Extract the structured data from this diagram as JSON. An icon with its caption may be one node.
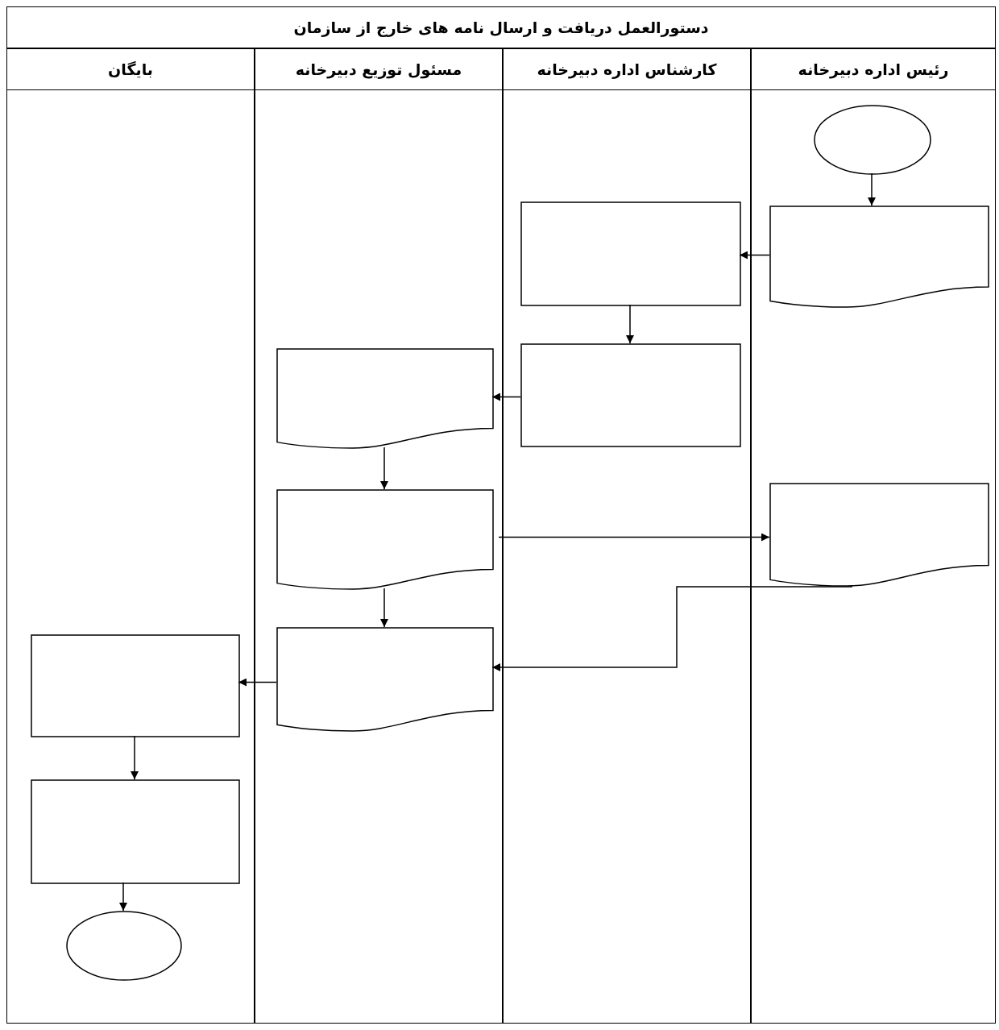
{
  "diagram": {
    "title": "دستورالعمل دریافت و ارسال نامه های خارج از سازمان",
    "nodes": [
      {
        "text": [
          "رئیس اداره دبیرخانه"
        ]
      },
      {
        "text": [
          "کارشناس اداره دبیرخانه"
        ]
      },
      {
        "text": [
          "مسئول توزیع دبیرخانه"
        ]
      },
      {
        "text": [
          "بایگان"
        ]
      },
      {
        "text": [],
        "shape": "ellipse",
        "in": 0
      },
      {
        "text": [],
        "shape": "document",
        "in": 0
      },
      {
        "text": [],
        "shape": "box",
        "in": 1
      },
      {
        "text": [],
        "shape": "box",
        "in": 1
      },
      {
        "text": [],
        "shape": "document",
        "in": 2
      },
      {
        "text": [],
        "shape": "document",
        "in": 2
      },
      {
        "text": [],
        "shape": "document",
        "in": 0
      },
      {
        "text": [],
        "shape": "document",
        "in": 2
      },
      {
        "text": [],
        "shape": "box",
        "in": 3
      },
      {
        "text": [],
        "shape": "box",
        "in": 3
      },
      {
        "text": [],
        "shape": "ellipse",
        "in": 3
      }
    ],
    "edges": [
      {
        "from": 4,
        "to": 5,
        "arrow": "to"
      },
      {
        "from": 5,
        "to": 6,
        "arrow": "to"
      },
      {
        "from": 6,
        "to": 7,
        "arrow": "to"
      },
      {
        "from": 7,
        "to": 8,
        "arrow": "to"
      },
      {
        "from": 8,
        "to": 9,
        "arrow": "to"
      },
      {
        "from": 9,
        "to": 10,
        "arrow": "to"
      },
      {
        "from": 10,
        "to": 11,
        "arrow": "to"
      },
      {
        "from": 9,
        "to": 11,
        "arrow": "to"
      },
      {
        "from": 11,
        "to": 12,
        "arrow": "to"
      },
      {
        "from": 12,
        "to": 13,
        "arrow": "to"
      },
      {
        "from": 13,
        "to": 14,
        "arrow": "to"
      }
    ]
  }
}
